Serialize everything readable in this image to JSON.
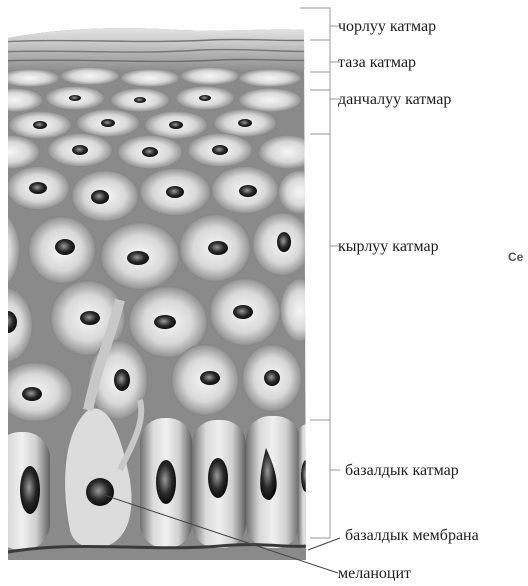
{
  "labels": {
    "stratum_corneum": "чорлуу катмар",
    "stratum_lucidum": "таза катмар",
    "stratum_granulosum": "данчалуу катмар",
    "stratum_spinosum": "кырлуу катмар",
    "stratum_basale": "базалдык катмар",
    "basement_membrane": "базалдык мембрана",
    "melanocyte": "меланоцит"
  },
  "edge_text": "Се"
}
